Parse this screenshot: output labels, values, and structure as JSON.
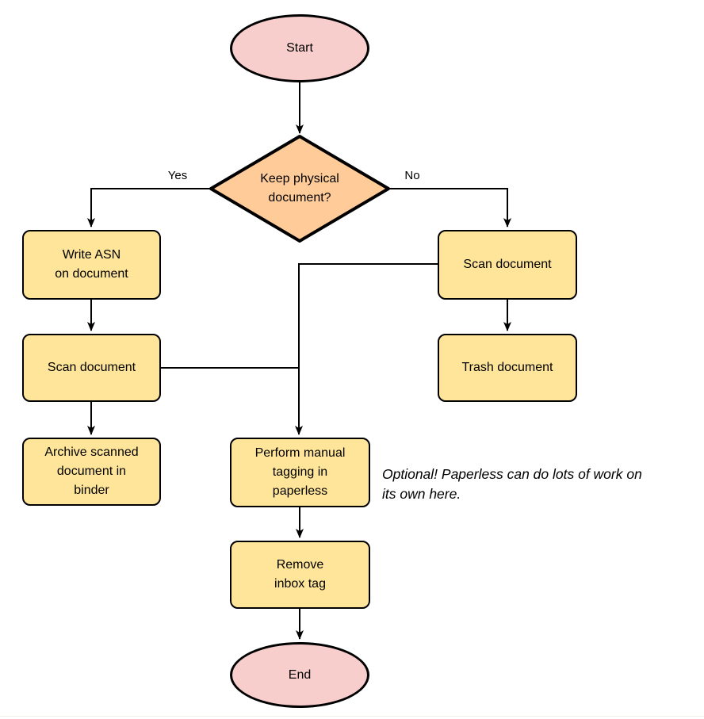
{
  "diagram": {
    "type": "flowchart",
    "background": "#ffffff",
    "colors": {
      "terminator_fill": "#F8CECC",
      "decision_fill": "#FFCC99",
      "process_fill": "#FFE599",
      "stroke": "#000000",
      "text": "#000000"
    },
    "nodes": {
      "start": {
        "label": "Start",
        "shape": "ellipse"
      },
      "decision": {
        "label": "Keep physical\ndocument?",
        "shape": "diamond"
      },
      "write_asn": {
        "label": "Write ASN\non document",
        "shape": "process"
      },
      "scan_left": {
        "label": "Scan document",
        "shape": "process"
      },
      "archive": {
        "label": "Archive scanned\ndocument in\nbinder",
        "shape": "process"
      },
      "scan_right": {
        "label": "Scan document",
        "shape": "process"
      },
      "trash": {
        "label": "Trash document",
        "shape": "process"
      },
      "tagging": {
        "label": "Perform manual\ntagging in\npaperless",
        "shape": "process"
      },
      "remove_inbox": {
        "label": "Remove\ninbox tag",
        "shape": "process"
      },
      "end": {
        "label": "End",
        "shape": "ellipse"
      }
    },
    "edge_labels": {
      "yes": "Yes",
      "no": "No"
    },
    "edges": [
      "start -> decision",
      "decision -> write_asn (Yes)",
      "decision -> scan_right (No)",
      "write_asn -> scan_left",
      "scan_left -> archive",
      "scan_left -> tagging",
      "scan_right -> trash",
      "scan_right -> tagging",
      "tagging -> remove_inbox",
      "remove_inbox -> end"
    ],
    "annotation": "Optional! Paperless can do lots of work on\nits own here."
  }
}
